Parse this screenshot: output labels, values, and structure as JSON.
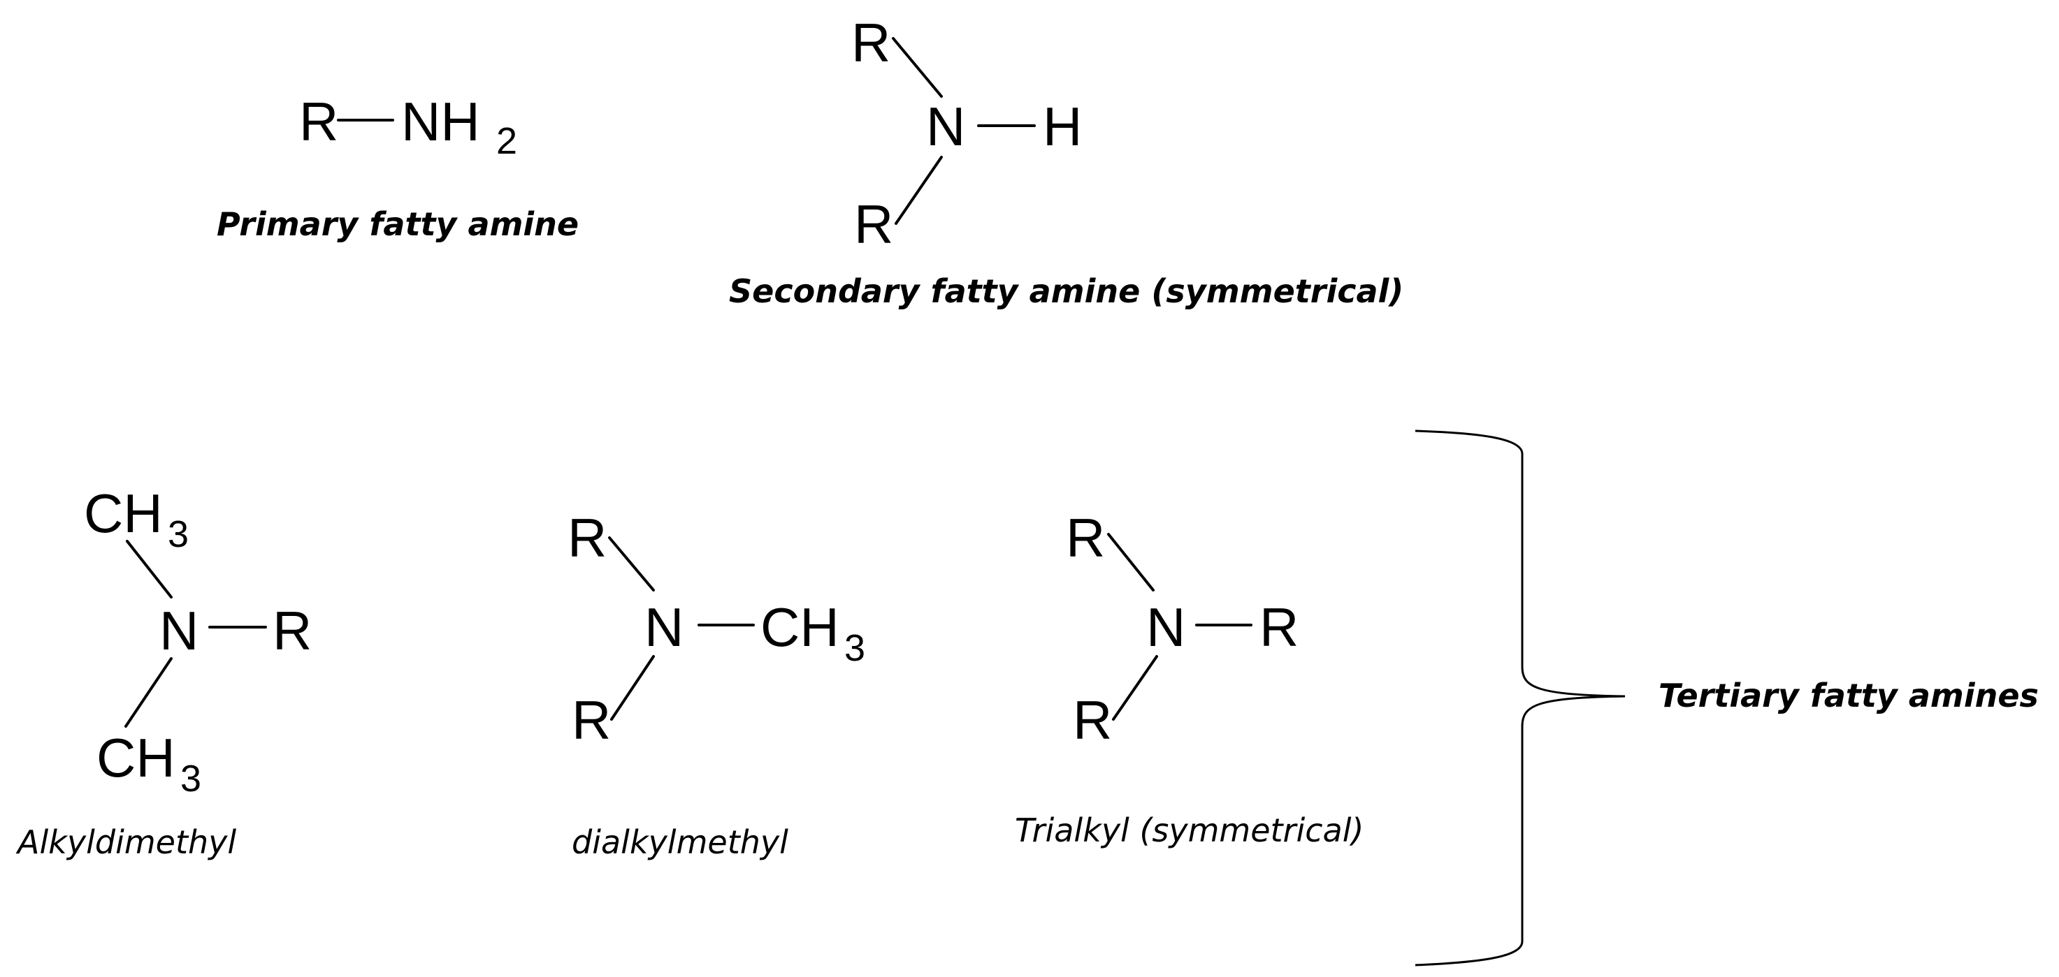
{
  "atoms": {
    "r": "R",
    "n": "N",
    "h": "H",
    "c": "C",
    "ch": "CH",
    "nh": "NH",
    "sub2": "2",
    "sub3": "3"
  },
  "captions": {
    "primary": "Primary fatty amine",
    "secondary": "Secondary fatty amine (symmetrical)",
    "alkyldimethyl": "Alkyldimethyl",
    "dialkylmethyl": "dialkylmethyl",
    "trialkyl": "Trialkyl (symmetrical)",
    "tertiary_group": "Tertiary fatty amines"
  }
}
